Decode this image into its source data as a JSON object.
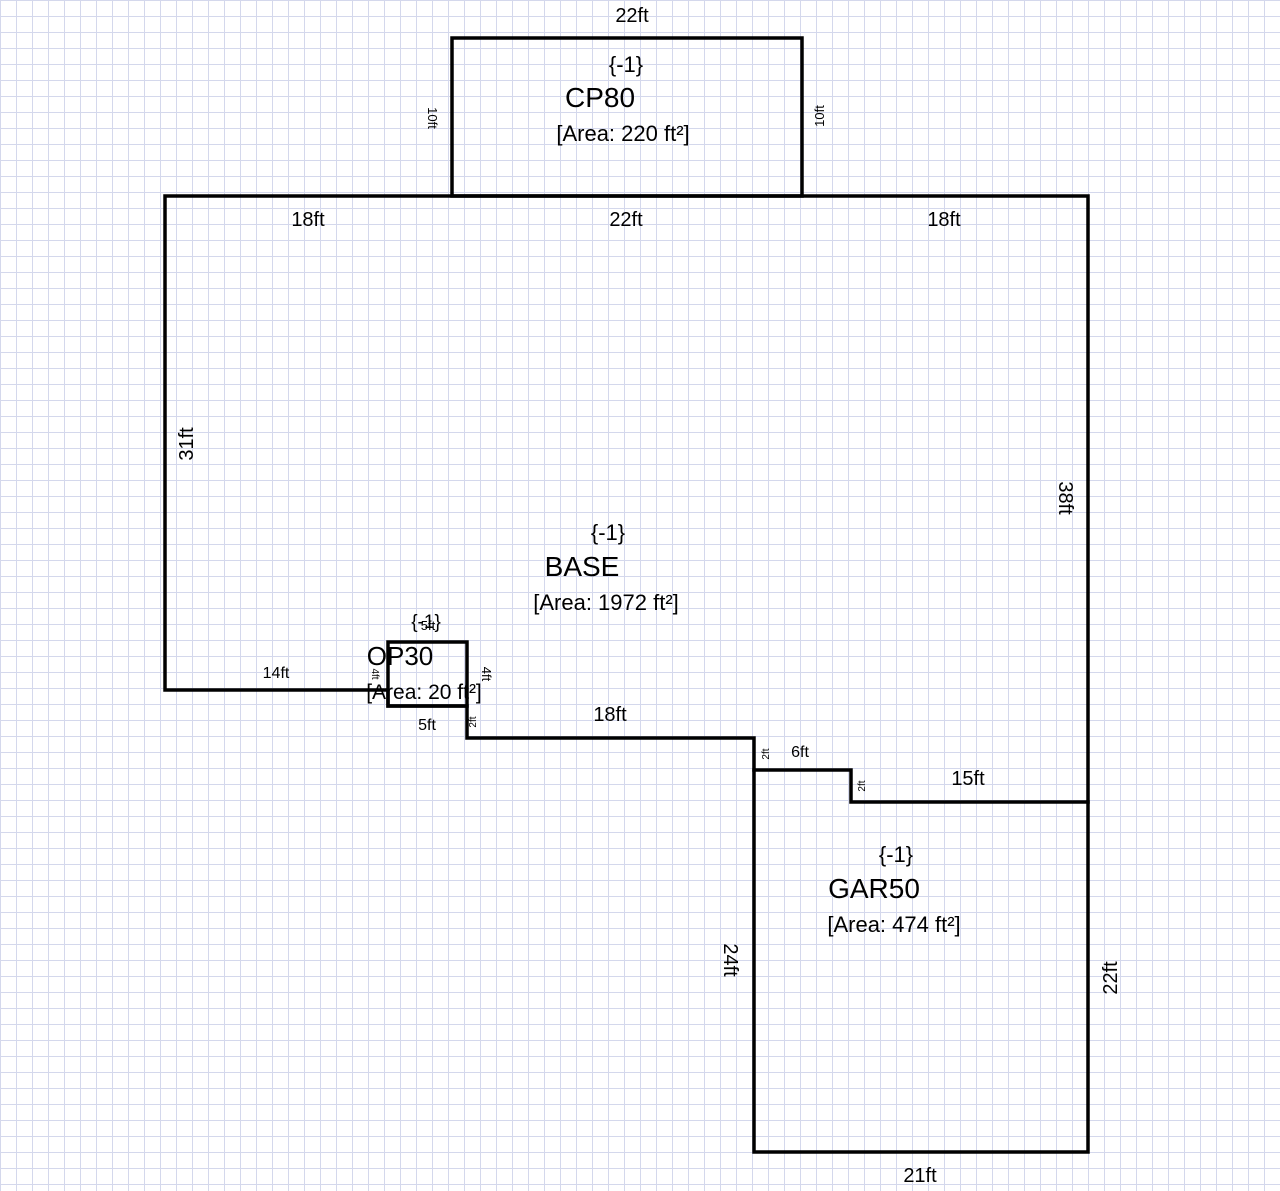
{
  "areas": {
    "cp80": {
      "code": "{-1}",
      "name": "CP80",
      "area": "[Area: 220 ft²]"
    },
    "base": {
      "code": "{-1}",
      "name": "BASE",
      "area": "[Area: 1972 ft²]"
    },
    "op30": {
      "code": "{-1}",
      "name": "OP30",
      "area": "[Area: 20 ft²]"
    },
    "gar50": {
      "code": "{-1}",
      "name": "GAR50",
      "area": "[Area: 474 ft²]"
    }
  },
  "dimensions": {
    "cp_top": "22ft",
    "cp_left": "10ft",
    "cp_right": "10ft",
    "base_top_left": "18ft",
    "base_top_mid": "22ft",
    "base_top_right": "18ft",
    "base_left": "31ft",
    "base_right": "38ft",
    "base_bottom_left": "14ft",
    "base_step_18": "18ft",
    "step_2a": "2ft",
    "step_6": "6ft",
    "step_2b": "2ft",
    "step_2c": "2ft",
    "base_bottom_right": "15ft",
    "op_top": "5ft",
    "op_bottom": "5ft",
    "op_left": "4ft",
    "op_right": "4ft",
    "gar_left": "24ft",
    "gar_right": "22ft",
    "gar_bottom": "21ft"
  }
}
